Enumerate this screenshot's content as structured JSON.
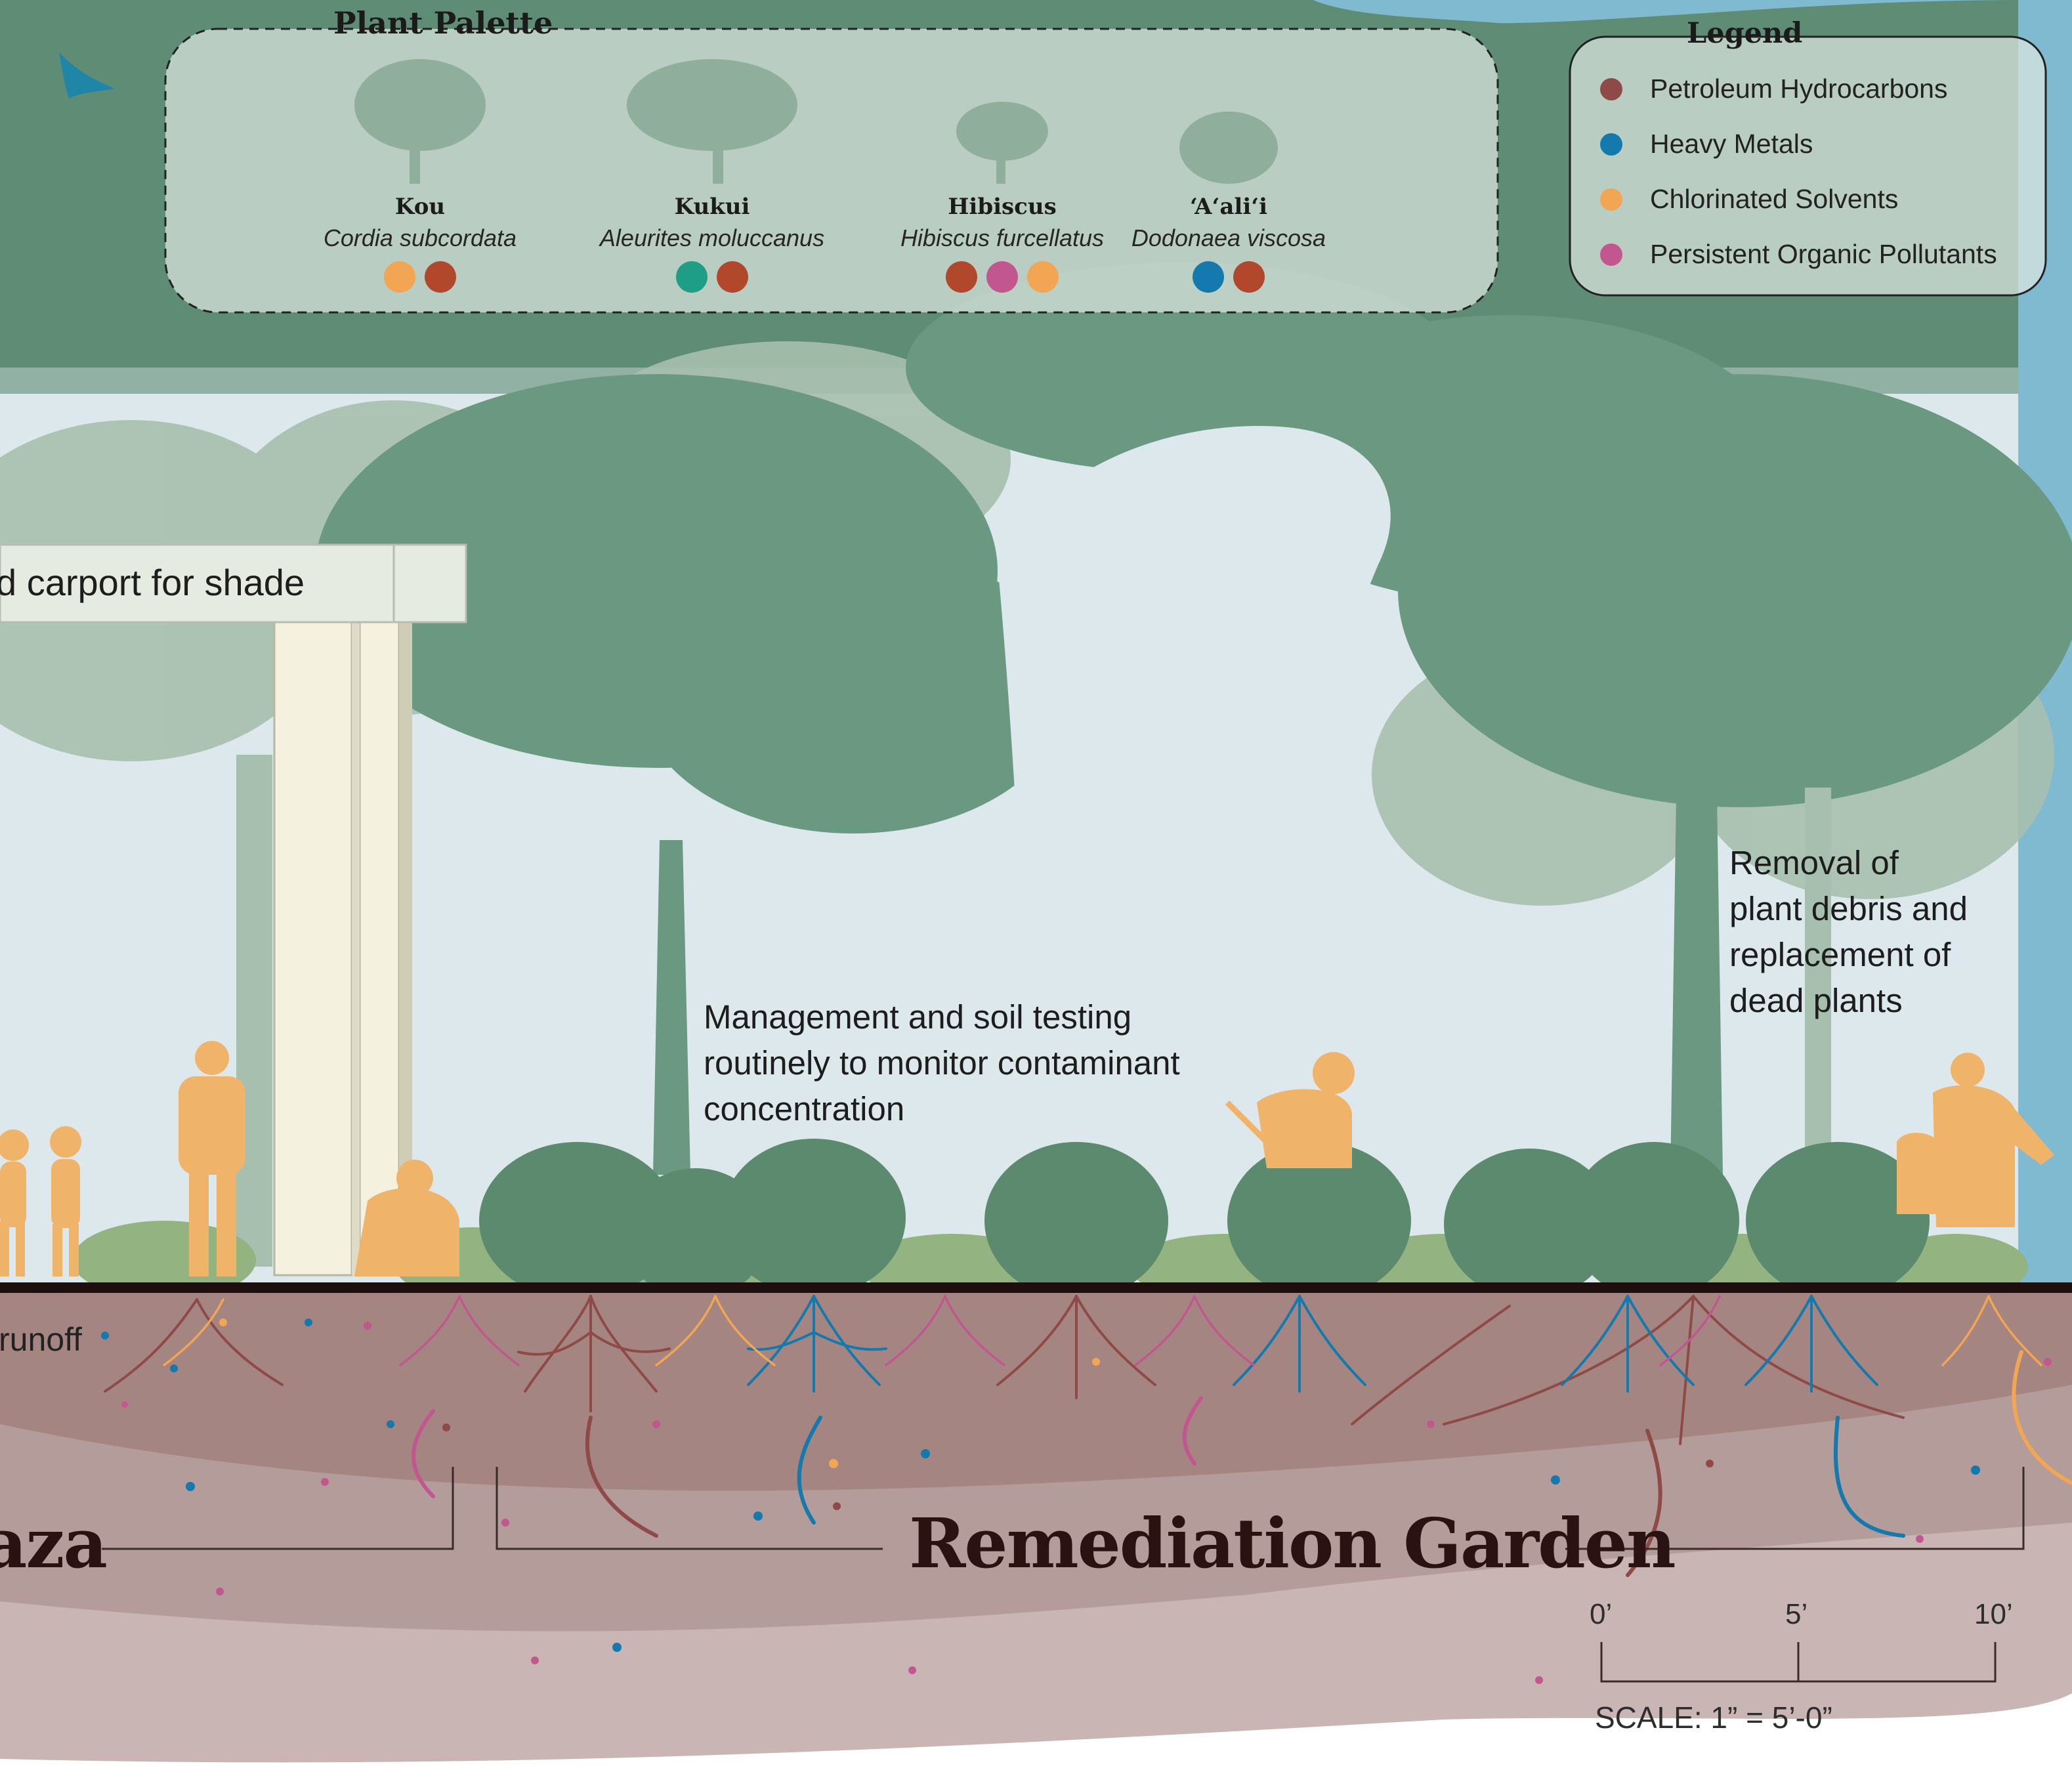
{
  "plant_palette": {
    "title": "Plant Palette",
    "plants": [
      {
        "name": "Kou",
        "scientific": "Cordia subcordata",
        "dots": [
          "#f2a553",
          "#b1472b"
        ]
      },
      {
        "name": "Kukui",
        "scientific": "Aleurites moluccanus",
        "dots": [
          "#1f9e86",
          "#b1472b"
        ]
      },
      {
        "name": "Hibiscus",
        "scientific": "Hibiscus furcellatus",
        "dots": [
          "#b1472b",
          "#c2578f",
          "#f2a553"
        ]
      },
      {
        "name": "‘A‘ali‘i",
        "scientific": "Dodonaea viscosa",
        "dots": [
          "#1479ad",
          "#b1472b"
        ]
      }
    ]
  },
  "legend": {
    "title": "Legend",
    "items": [
      {
        "label": "Petroleum Hydrocarbons",
        "color": "#8f4a47"
      },
      {
        "label": "Heavy Metals",
        "color": "#1479ad"
      },
      {
        "label": "Chlorinated Solvents",
        "color": "#f2a553"
      },
      {
        "label": "Persistent Organic Pollutants",
        "color": "#c2578f"
      }
    ]
  },
  "annotations": {
    "carport": "d carport for shade",
    "management": [
      "Management and soil testing",
      "routinely to monitor contaminant",
      "concentration"
    ],
    "removal": [
      "Removal of",
      "plant debris and",
      "replacement of",
      "dead plants"
    ],
    "runoff": "runoff"
  },
  "zones": {
    "left_partial": "aza",
    "remediation": "Remediation Garden"
  },
  "scale": {
    "ticks": [
      "0’",
      "5’",
      "10’"
    ],
    "label": "SCALE: 1” = 5’-0”"
  },
  "colors": {
    "sky": "#dce8ec",
    "canopy_dark": "#5f8c75",
    "canopy_light": "#a7bfae",
    "water": "#7fbad0",
    "soil_top": "#a48582",
    "soil_mid": "#b49c9a",
    "soil_low": "#c9b6b4",
    "people": "#f0b36a"
  }
}
